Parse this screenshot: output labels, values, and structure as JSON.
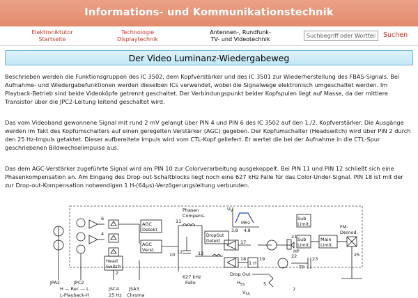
{
  "header": {
    "site_title": "Informations- und Kommunikationstechnik"
  },
  "nav": {
    "items": [
      {
        "line1": "Elektroniktutor",
        "line2": "Startseite",
        "current": false
      },
      {
        "line1": "Technologie",
        "line2": "Displaytechnik",
        "current": false
      },
      {
        "line1": "Antennen-, Rundfunk-",
        "line2": "TV- und Videotechnik",
        "current": true
      }
    ],
    "search_placeholder": "Suchbegriff oder Wortteil",
    "search_button": "Suchen"
  },
  "colors": {
    "banner": "#e48a6c",
    "link": "#c0392b",
    "title_box": "#bfe6f5"
  },
  "page_title": "Der Video Luminanz-Wiedergabeweg",
  "paragraphs": [
    "Beschrieben werden die Funktionsgruppen des IC 3502, dem Kopfverstärker und des IC 3501 zur Wiederherstellung des FBAS-Signals. Bei Aufnahme- und Wiedergabefunktionen werden dieselben ICs verwendet, wobei die Signalwege elektronisch umgeschaltet werden. Im Playback-Betrieb sind beide Videoköpfe getrennt geschaltet. Der Verbindungspunkt beider Kopfspulen liegt auf Masse, da der mittlere Transistor über die JPC2-Leitung leitend geschaltet wird.",
    "Das vom Videoband gewonnene Signal mit rund 2 mV gelangt über PIN 4 und PIN 6 des IC 3502 auf den 1./2. Kopfverstärker. Die Ausgänge werden im Takt des Kopfumschalters auf einen geregelten Verstärker (AGC) gegeben. Der Kopfumschalter (Headswitch) wird über PIN 2 durch den 25 Hz-Impuls getaktet. Dieser aufbereitete Impuls wird vom CTL-Kopf geliefert. Er wertet die bei der Aufnahme in die CTL-Spur geschriebenen Bildwechselimpulse aus.",
    "Das dem AGC-Verstärker zugeführte Signal wird am PIN 10 zur Colorverarbeitung ausgekoppelt. Bei PIN 11 und PIN 12 schließt sich eine Phasenkompensation an. Am Eingang des Drop-out-Schaltblocks liegt noch eine 627 kHz Falle für das Color-Under-Signal. PIN 18 ist mit der zur Drop-out-Kompensation notwendigen 1 H-(64µs)-Verzögerungsleitung verbunden."
  ],
  "diagram": {
    "blocks": {
      "agc_detekt": [
        "AGC",
        "Detekt."
      ],
      "agc_verst": [
        "AGC",
        "Verst."
      ],
      "head_switch": [
        "Head",
        "Switch"
      ],
      "dropout_detekt": [
        "DropOut",
        "Detekt."
      ],
      "delay": "1 H",
      "sub_limit_1": [
        "Sub",
        "Limit."
      ],
      "sub_limit_2": [
        "Sub",
        "Limit."
      ],
      "main_limit": [
        "Main",
        "Limit."
      ]
    },
    "labels": {
      "phasen_compens": [
        "Phasen",
        "Compens."
      ],
      "trap": [
        "627 kHz",
        "Falle"
      ],
      "drop_out": "Drop Out",
      "fm_demod": [
        "FM-",
        "Demod."
      ],
      "jpa2": "JPA2",
      "jpc2": "JPC2",
      "rec_line": "H — Rec — L",
      "playback_line": "L-Playback-H",
      "jsc4": [
        "JSC4",
        "25 Hz"
      ],
      "jsa3": [
        "JSA3",
        "Chroma"
      ],
      "hp": "HP",
      "tp": "TP",
      "hss": "H",
      "hss_sub": "SS",
      "vss": "V",
      "vss_sub": "SS",
      "uv_axis": "U",
      "uv_sub": "V",
      "mhz_axis": "MHz",
      "freq_low": "3,8",
      "freq_high": "4,8"
    },
    "pins": [
      "6",
      "4",
      "2",
      "10",
      "11",
      "12",
      "13",
      "17",
      "18",
      "19",
      "21",
      "22",
      "23",
      "25",
      "5",
      "7"
    ]
  }
}
